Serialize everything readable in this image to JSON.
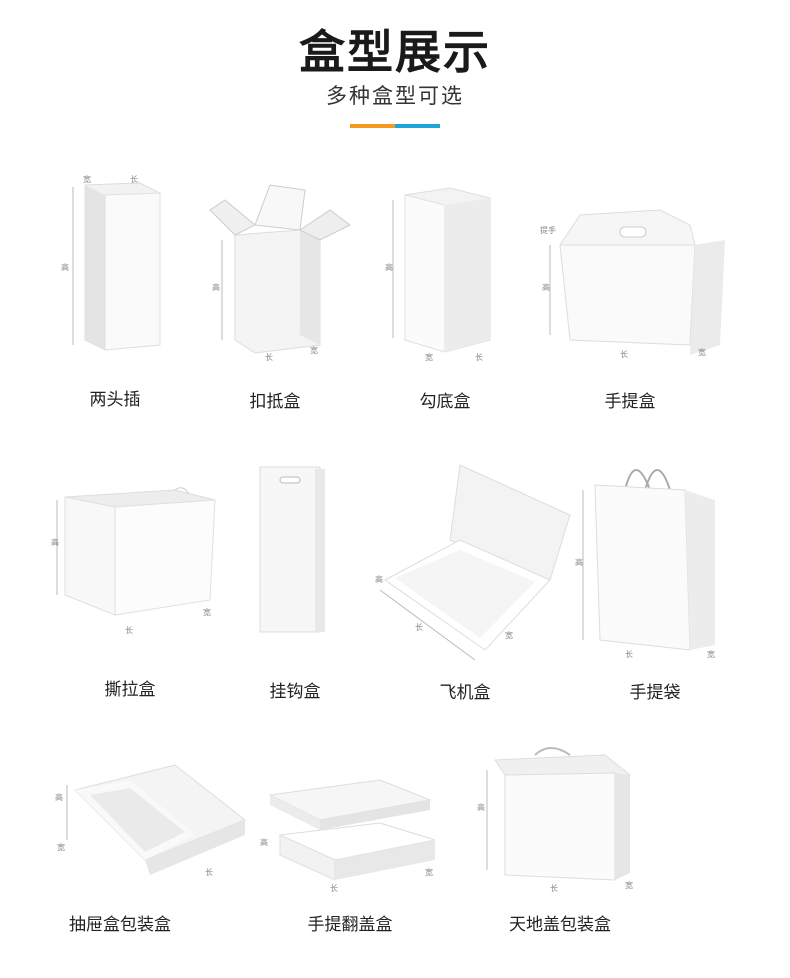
{
  "header": {
    "title": "盒型展示",
    "subtitle": "多种盒型可选"
  },
  "colors": {
    "accent_orange": "#f39a1f",
    "accent_blue": "#1ea6d9"
  },
  "boxes": [
    {
      "label": "两头插",
      "icon": "tuck-end-box-icon",
      "dims": [
        "宽",
        "长",
        "高"
      ]
    },
    {
      "label": "扣抵盒",
      "icon": "snap-lock-box-icon",
      "dims": [
        "高",
        "长",
        "宽"
      ]
    },
    {
      "label": "勾底盒",
      "icon": "crash-lock-bottom-box-icon",
      "dims": [
        "高",
        "长",
        "宽"
      ]
    },
    {
      "label": "手提盒",
      "icon": "carry-handle-box-icon",
      "dims": [
        "提手",
        "高",
        "长",
        "宽"
      ]
    },
    {
      "label": "撕拉盒",
      "icon": "tear-strip-box-icon",
      "dims": [
        "高",
        "长",
        "宽"
      ]
    },
    {
      "label": "挂钩盒",
      "icon": "hanging-hook-box-icon",
      "dims": []
    },
    {
      "label": "飞机盒",
      "icon": "mailer-box-icon",
      "dims": [
        "高",
        "长",
        "宽"
      ]
    },
    {
      "label": "手提袋",
      "icon": "paper-bag-icon",
      "dims": [
        "高",
        "长",
        "宽"
      ]
    },
    {
      "label": "抽屉盒包装盒",
      "icon": "drawer-box-icon",
      "dims": [
        "高",
        "宽",
        "长"
      ]
    },
    {
      "label": "手提翻盖盒",
      "icon": "flip-lid-box-icon",
      "dims": [
        "高",
        "长",
        "宽"
      ]
    },
    {
      "label": "天地盖包装盒",
      "icon": "lid-and-base-box-icon",
      "dims": [
        "高",
        "长",
        "宽"
      ]
    }
  ]
}
